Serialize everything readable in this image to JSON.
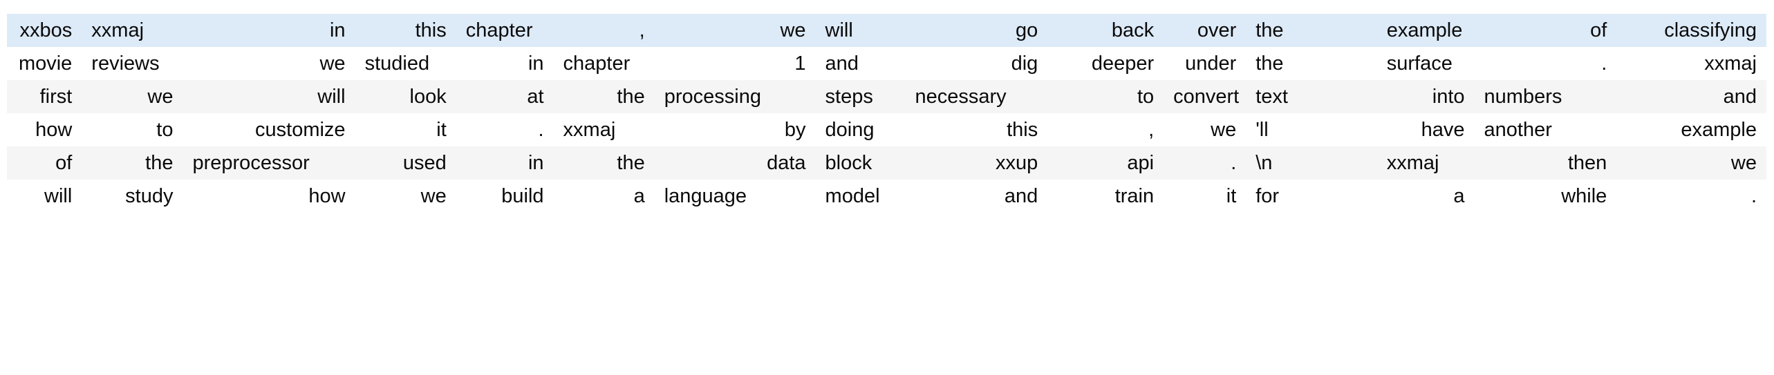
{
  "table": {
    "column_count": 15,
    "row_count": 6,
    "highlight_color": "#ddeaf8",
    "stripe_color": "#f5f5f5",
    "base_color": "#ffffff",
    "text_color": "#0a0a0a",
    "rows": [
      {
        "style": "highlight",
        "cells": [
          {
            "text": "xxbos",
            "align": "right"
          },
          {
            "text": "xxmaj",
            "align": "left"
          },
          {
            "text": "in",
            "align": "right"
          },
          {
            "text": "this",
            "align": "right"
          },
          {
            "text": "chapter",
            "align": "left"
          },
          {
            "text": ",",
            "align": "right"
          },
          {
            "text": "we",
            "align": "right"
          },
          {
            "text": "will",
            "align": "left"
          },
          {
            "text": "go",
            "align": "right"
          },
          {
            "text": "back",
            "align": "right"
          },
          {
            "text": "over",
            "align": "right"
          },
          {
            "text": "the",
            "align": "left"
          },
          {
            "text": "example",
            "align": "left"
          },
          {
            "text": "of",
            "align": "right"
          },
          {
            "text": "classifying",
            "align": "right"
          }
        ]
      },
      {
        "style": "even",
        "cells": [
          {
            "text": "movie",
            "align": "right"
          },
          {
            "text": "reviews",
            "align": "left"
          },
          {
            "text": "we",
            "align": "right"
          },
          {
            "text": "studied",
            "align": "left"
          },
          {
            "text": "in",
            "align": "right"
          },
          {
            "text": "chapter",
            "align": "left"
          },
          {
            "text": "1",
            "align": "right"
          },
          {
            "text": "and",
            "align": "left"
          },
          {
            "text": "dig",
            "align": "right"
          },
          {
            "text": "deeper",
            "align": "right"
          },
          {
            "text": "under",
            "align": "right"
          },
          {
            "text": "the",
            "align": "left"
          },
          {
            "text": "surface",
            "align": "left"
          },
          {
            "text": ".",
            "align": "right"
          },
          {
            "text": "xxmaj",
            "align": "right"
          }
        ]
      },
      {
        "style": "odd",
        "cells": [
          {
            "text": "first",
            "align": "right"
          },
          {
            "text": "we",
            "align": "right"
          },
          {
            "text": "will",
            "align": "right"
          },
          {
            "text": "look",
            "align": "right"
          },
          {
            "text": "at",
            "align": "right"
          },
          {
            "text": "the",
            "align": "right"
          },
          {
            "text": "processing",
            "align": "left"
          },
          {
            "text": "steps",
            "align": "left"
          },
          {
            "text": "necessary",
            "align": "left"
          },
          {
            "text": "to",
            "align": "right"
          },
          {
            "text": "convert",
            "align": "left"
          },
          {
            "text": "text",
            "align": "left"
          },
          {
            "text": "into",
            "align": "right"
          },
          {
            "text": "numbers",
            "align": "left"
          },
          {
            "text": "and",
            "align": "right"
          }
        ]
      },
      {
        "style": "even",
        "cells": [
          {
            "text": "how",
            "align": "right"
          },
          {
            "text": "to",
            "align": "right"
          },
          {
            "text": "customize",
            "align": "right"
          },
          {
            "text": "it",
            "align": "right"
          },
          {
            "text": ".",
            "align": "right"
          },
          {
            "text": "xxmaj",
            "align": "left"
          },
          {
            "text": "by",
            "align": "right"
          },
          {
            "text": "doing",
            "align": "left"
          },
          {
            "text": "this",
            "align": "right"
          },
          {
            "text": ",",
            "align": "right"
          },
          {
            "text": "we",
            "align": "right"
          },
          {
            "text": "'ll",
            "align": "left"
          },
          {
            "text": "have",
            "align": "right"
          },
          {
            "text": "another",
            "align": "left"
          },
          {
            "text": "example",
            "align": "right"
          }
        ]
      },
      {
        "style": "odd",
        "cells": [
          {
            "text": "of",
            "align": "right"
          },
          {
            "text": "the",
            "align": "right"
          },
          {
            "text": "preprocessor",
            "align": "left"
          },
          {
            "text": "used",
            "align": "right"
          },
          {
            "text": "in",
            "align": "right"
          },
          {
            "text": "the",
            "align": "right"
          },
          {
            "text": "data",
            "align": "right"
          },
          {
            "text": "block",
            "align": "left"
          },
          {
            "text": "xxup",
            "align": "right"
          },
          {
            "text": "api",
            "align": "right"
          },
          {
            "text": ".",
            "align": "right"
          },
          {
            "text": "\\n",
            "align": "left"
          },
          {
            "text": "xxmaj",
            "align": "left"
          },
          {
            "text": "then",
            "align": "right"
          },
          {
            "text": "we",
            "align": "right"
          }
        ]
      },
      {
        "style": "even",
        "cells": [
          {
            "text": "will",
            "align": "right"
          },
          {
            "text": "study",
            "align": "right"
          },
          {
            "text": "how",
            "align": "right"
          },
          {
            "text": "we",
            "align": "right"
          },
          {
            "text": "build",
            "align": "right"
          },
          {
            "text": "a",
            "align": "right"
          },
          {
            "text": "language",
            "align": "left"
          },
          {
            "text": "model",
            "align": "left"
          },
          {
            "text": "and",
            "align": "right"
          },
          {
            "text": "train",
            "align": "right"
          },
          {
            "text": "it",
            "align": "right"
          },
          {
            "text": "for",
            "align": "left"
          },
          {
            "text": "a",
            "align": "right"
          },
          {
            "text": "while",
            "align": "right"
          },
          {
            "text": ".",
            "align": "right"
          }
        ]
      }
    ]
  }
}
